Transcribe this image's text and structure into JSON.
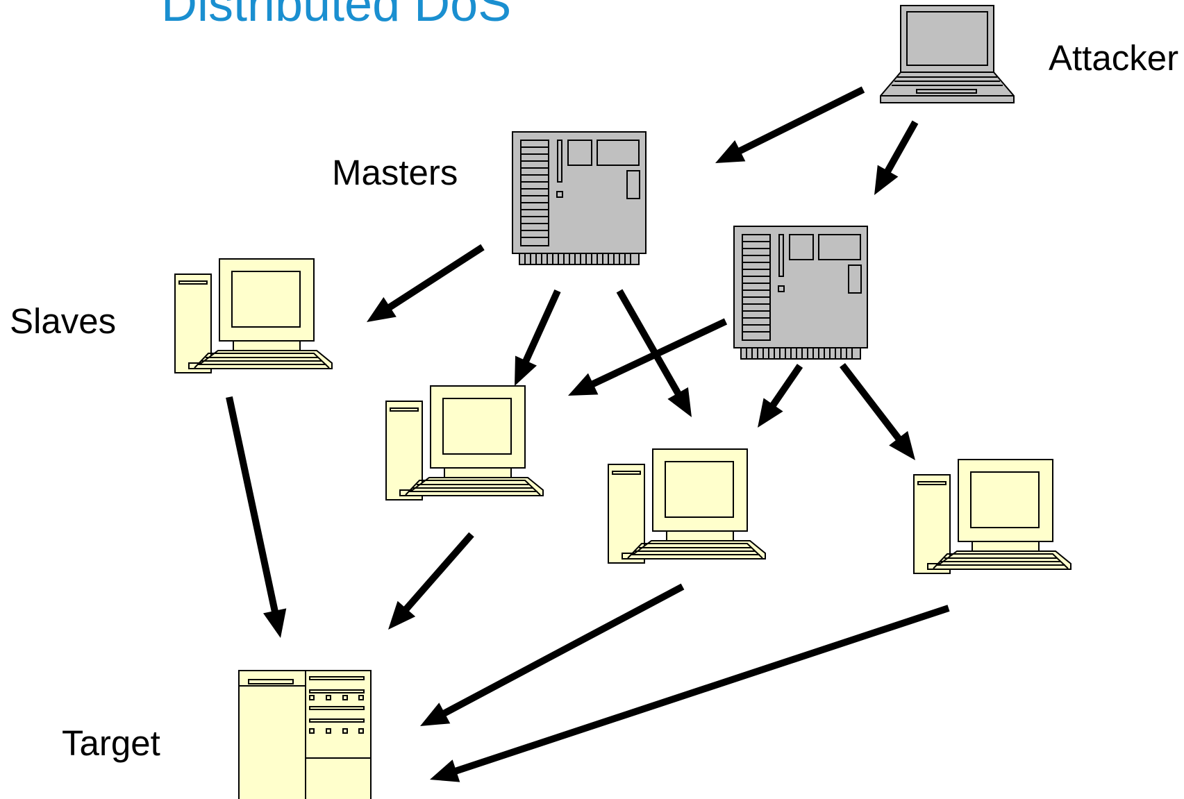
{
  "title": "Distributed DoS",
  "labels": {
    "attacker": "Attacker",
    "masters": "Masters",
    "slaves": "Slaves",
    "target": "Target"
  },
  "colors": {
    "title": "#1a8fd0",
    "pc_fill": "#ffffcc",
    "server_fill": "#c0c0c0",
    "arrow": "#000000"
  },
  "icons": {
    "attacker": "laptop-icon",
    "masters": "server-icon",
    "slaves": "desktop-computer-icon",
    "target": "tower-server-icon"
  },
  "nodes": [
    {
      "id": "attacker",
      "type": "laptop"
    },
    {
      "id": "master-1",
      "type": "server"
    },
    {
      "id": "master-2",
      "type": "server"
    },
    {
      "id": "slave-1",
      "type": "desktop"
    },
    {
      "id": "slave-2",
      "type": "desktop"
    },
    {
      "id": "slave-3",
      "type": "desktop"
    },
    {
      "id": "slave-4",
      "type": "desktop"
    },
    {
      "id": "target",
      "type": "tower-server"
    }
  ],
  "edges": [
    {
      "from": "attacker",
      "to": "master-1"
    },
    {
      "from": "attacker",
      "to": "master-2"
    },
    {
      "from": "master-1",
      "to": "slave-1"
    },
    {
      "from": "master-1",
      "to": "slave-2"
    },
    {
      "from": "master-1",
      "to": "slave-3"
    },
    {
      "from": "master-2",
      "to": "slave-2"
    },
    {
      "from": "master-2",
      "to": "slave-3"
    },
    {
      "from": "master-2",
      "to": "slave-4"
    },
    {
      "from": "slave-1",
      "to": "target"
    },
    {
      "from": "slave-2",
      "to": "target"
    },
    {
      "from": "slave-3",
      "to": "target"
    },
    {
      "from": "slave-4",
      "to": "target"
    }
  ]
}
